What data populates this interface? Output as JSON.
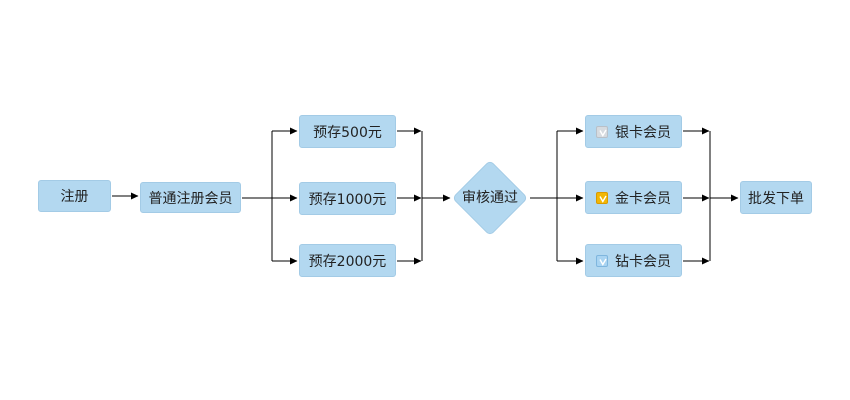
{
  "diagram": {
    "nodes": {
      "register": "注册",
      "regular_member": "普通注册会员",
      "deposit_500": "预存500元",
      "deposit_1000": "预存1000元",
      "deposit_2000": "预存2000元",
      "review_passed": "审核通过",
      "silver_member": "银卡会员",
      "gold_member": "金卡会员",
      "diamond_member": "钻卡会员",
      "wholesale_order": "批发下单"
    },
    "icons": {
      "silver": "silver-card-icon",
      "gold": "gold-card-icon",
      "diamond": "diamond-card-icon"
    },
    "colors": {
      "node_fill": "#b3d8f0",
      "line": "#000000",
      "silver_icon": "#d6dbe0",
      "gold_icon": "#f2b705",
      "diamond_icon": "#a9d4f2"
    }
  }
}
